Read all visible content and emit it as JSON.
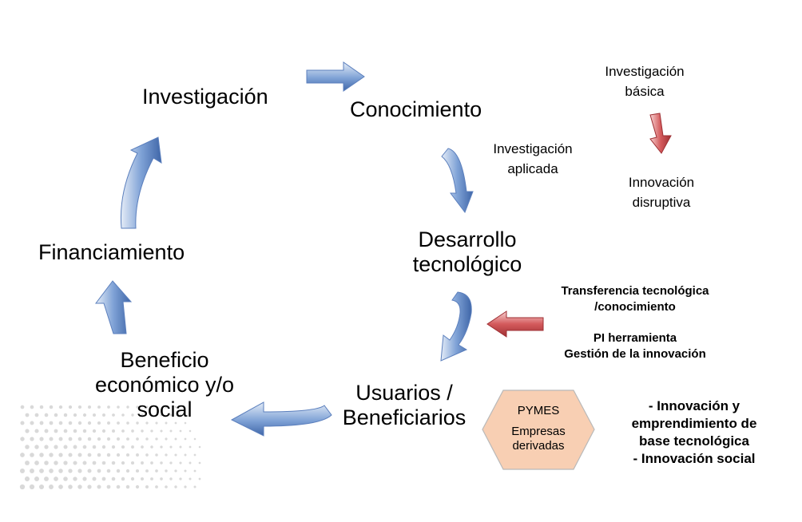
{
  "nodes": {
    "investigacion": "Investigación",
    "conocimiento": "Conocimiento",
    "desarrollo_line1": "Desarrollo",
    "desarrollo_line2": "tecnológico",
    "usuarios_line1": "Usuarios /",
    "usuarios_line2": "Beneficiarios",
    "beneficio_line1": "Beneficio",
    "beneficio_line2": "económico y/o",
    "beneficio_line3": "social",
    "financiamiento": "Financiamiento"
  },
  "annotations": {
    "aplicada_line1": "Investigación",
    "aplicada_line2": "aplicada",
    "basica_line1": "Investigación",
    "basica_line2": "básica",
    "disruptiva_line1": "Innovación",
    "disruptiva_line2": "disruptiva",
    "transferencia_line1": "Transferencia tecnológica",
    "transferencia_line2": "/conocimiento",
    "pi_line1": "PI herramienta",
    "pi_line2": "Gestión de la innovación",
    "innovacion_line1": "- Innovación y",
    "innovacion_line2": "emprendimiento de",
    "innovacion_line3": "base tecnológica",
    "innovacion_line4": "- Innovación social"
  },
  "hexagon": {
    "line1": "PYMES",
    "line2": "Empresas",
    "line3": "derivadas"
  },
  "colors": {
    "blue_arrow": "#5b85c7",
    "blue_arrow_light": "#dbe6f5",
    "red_arrow": "#c0474a",
    "red_arrow_light": "#f3c3c3",
    "hexagon_fill": "#f8cfb3",
    "hexagon_stroke": "#b9b9b9",
    "dots": "#d9d9d9"
  }
}
